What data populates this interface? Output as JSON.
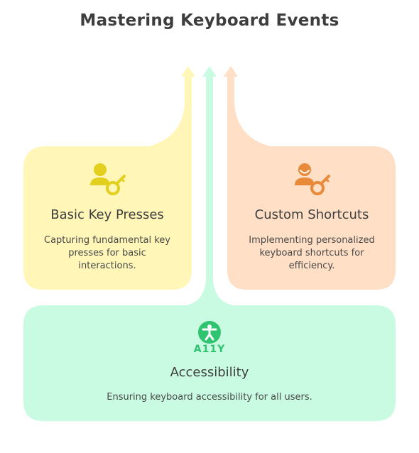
{
  "title": "Mastering Keyboard Events",
  "colors": {
    "yellow_fill": "#fff6b8",
    "yellow_icon": "#e3cf1e",
    "peach_fill": "#ffdfc5",
    "peach_icon": "#e88a3a",
    "mint_fill": "#c9fbe2",
    "mint_arrow": "#c9fbe2",
    "green_icon": "#2fc46f"
  },
  "cards": {
    "basic": {
      "heading": "Basic Key Presses",
      "description": "Capturing fundamental key presses for basic interactions.",
      "icon": "user-key-icon"
    },
    "custom": {
      "heading": "Custom Shortcuts",
      "description": "Implementing personalized keyboard shortcuts for efficiency.",
      "icon": "user-key-icon"
    },
    "accessibility": {
      "heading": "Accessibility",
      "description": "Ensuring keyboard accessibility for all users.",
      "icon": "accessibility-icon",
      "icon_label": "A11Y"
    }
  }
}
